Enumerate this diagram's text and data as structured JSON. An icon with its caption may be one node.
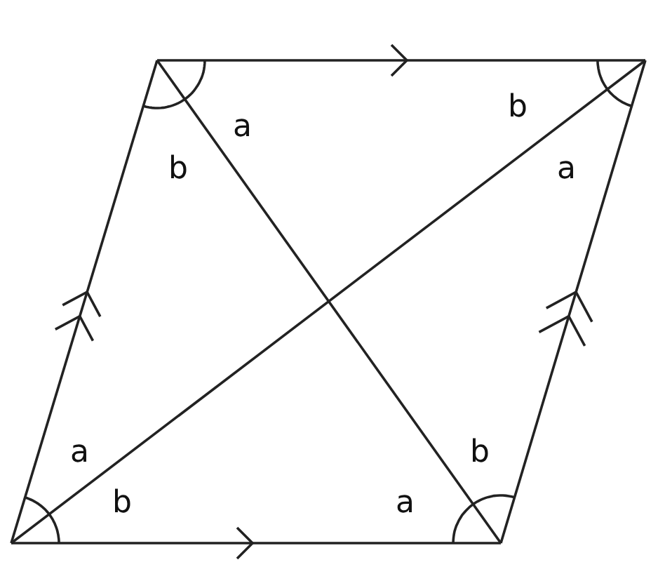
{
  "diagram": {
    "labels": [
      "a",
      "b",
      "b",
      "a",
      "a",
      "b",
      "b",
      "a"
    ]
  }
}
